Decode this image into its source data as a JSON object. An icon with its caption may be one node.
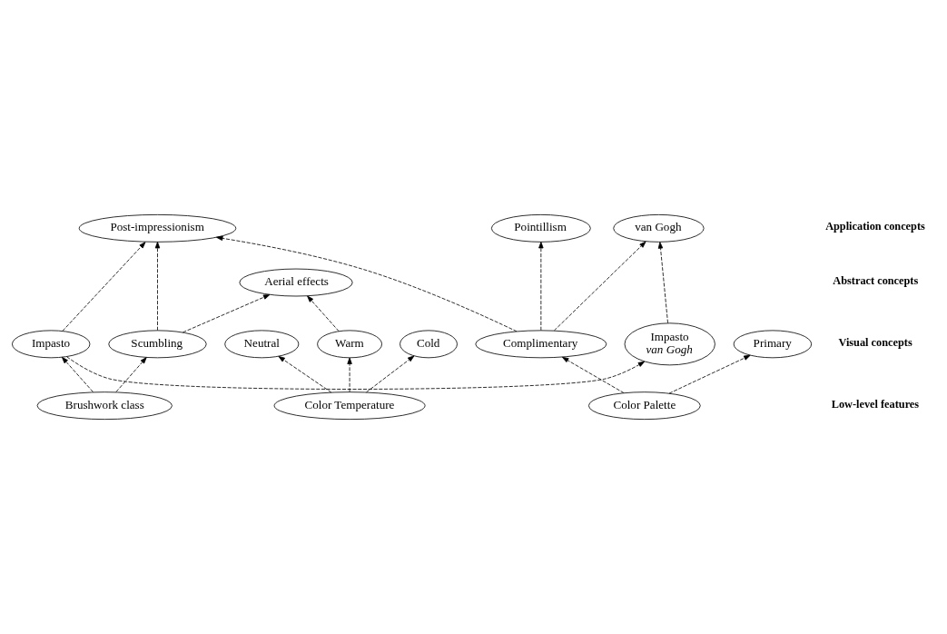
{
  "diagram": {
    "nodes": [
      {
        "text": [
          "Post-impressionism"
        ]
      },
      {
        "text": [
          "Pointillism"
        ]
      },
      {
        "text": [
          "van Gogh"
        ]
      },
      {
        "text": [
          "Aerial effects"
        ]
      },
      {
        "text": [
          "Neutral"
        ]
      },
      {
        "text": [
          "Impasto",
          "van Gogh"
        ]
      },
      {
        "text": [
          "Warm"
        ]
      },
      {
        "text": [
          "Cold"
        ]
      },
      {
        "text": [
          "Complimentary"
        ]
      },
      {
        "text": [
          "Scumbling"
        ]
      },
      {
        "text": [
          "Primary"
        ]
      },
      {
        "text": [
          "Impasto"
        ]
      },
      {
        "text": [
          "Color Temperature"
        ]
      },
      {
        "text": [
          "Color Palette"
        ]
      },
      {
        "text": [
          "Brushwork class"
        ]
      }
    ],
    "edges": [
      {
        "from": 12,
        "to": 6,
        "arrow": "to",
        "style": "dashed"
      },
      {
        "from": 12,
        "to": 4,
        "arrow": "to",
        "style": "dashed"
      },
      {
        "from": 12,
        "to": 7,
        "arrow": "to",
        "style": "dashed"
      },
      {
        "from": 13,
        "to": 10,
        "arrow": "to",
        "style": "dashed"
      },
      {
        "from": 13,
        "to": 8,
        "arrow": "to",
        "style": "dashed"
      },
      {
        "from": 14,
        "to": 9,
        "arrow": "to",
        "style": "dashed"
      },
      {
        "from": 14,
        "to": 11,
        "arrow": "to",
        "style": "dashed"
      },
      {
        "from": 11,
        "to": 5,
        "arrow": "to",
        "style": "dashed"
      },
      {
        "from": 5,
        "to": 2,
        "arrow": "to",
        "style": "dashed"
      },
      {
        "from": 6,
        "to": 3,
        "arrow": "to",
        "style": "dashed"
      },
      {
        "from": 9,
        "to": 3,
        "arrow": "to",
        "style": "dashed"
      },
      {
        "from": 8,
        "to": 0,
        "arrow": "to",
        "style": "dashed"
      },
      {
        "from": 8,
        "to": 1,
        "arrow": "to",
        "style": "dashed"
      },
      {
        "from": 8,
        "to": 2,
        "arrow": "to",
        "style": "dashed"
      },
      {
        "from": 9,
        "to": 0,
        "arrow": "to",
        "style": "dashed"
      },
      {
        "from": 11,
        "to": 0,
        "arrow": "to",
        "style": "dashed"
      }
    ],
    "labels": [
      "Application concepts",
      "Abstract concepts",
      "Visual concepts",
      "Low-level features"
    ]
  }
}
